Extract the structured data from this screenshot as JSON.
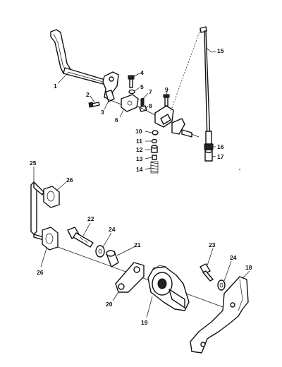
{
  "callouts": [
    "1",
    "2",
    "3",
    "4",
    "5",
    "6",
    "7",
    "8",
    "9",
    "10",
    "11",
    "12",
    "13",
    "14",
    "15",
    "16",
    "17",
    "18",
    "19",
    "20",
    "21",
    "22",
    "23",
    "24",
    "24",
    "25",
    "26",
    "26"
  ]
}
